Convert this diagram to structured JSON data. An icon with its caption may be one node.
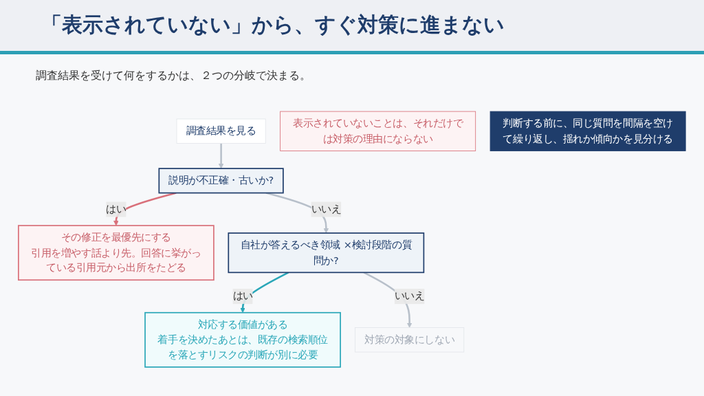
{
  "diagram": {
    "title": "「表示されていない」から、すぐ対策に進まない",
    "nodes": [
      {
        "text": [
          "調査結果を見る"
        ]
      },
      {
        "text": [
          "説明が不正確・古いか?"
        ]
      },
      {
        "text": [
          "その修正を最優先にする",
          "引用を増やす話より先。回答に挙がっている引用元から出所をたどる"
        ]
      },
      {
        "text": [
          "表示されていないことは、それだけでは対策の理由にならない"
        ]
      },
      {
        "text": [
          "自社が答えるべき領域 ×検討段階の質問か?"
        ]
      },
      {
        "text": [
          "対応する価値がある",
          "着手を決めたあとは、既存の検索順位を落とすリスクの判断が別に必要"
        ]
      },
      {
        "text": [
          "対策の対象にしない"
        ]
      },
      {
        "text": [
          "判断する前に、同じ質問を間隔を空けて繰り返し、揺れか傾向かを見分ける"
        ]
      }
    ],
    "edges": [
      {
        "from": 0,
        "to": 1,
        "arrow": "to"
      },
      {
        "from": 1,
        "to": 2,
        "arrow": "to",
        "label": "はい",
        "color": "#d9707a"
      },
      {
        "from": 1,
        "to": 4,
        "arrow": "to",
        "label": "いいえ"
      },
      {
        "from": 4,
        "to": 5,
        "arrow": "to",
        "label": "はい",
        "color": "#2aa7b8"
      },
      {
        "from": 4,
        "to": 6,
        "arrow": "to",
        "label": "いいえ"
      }
    ],
    "labels": [
      "調査結果を受けて何をするかは、２つの分岐で決まる。"
    ]
  }
}
